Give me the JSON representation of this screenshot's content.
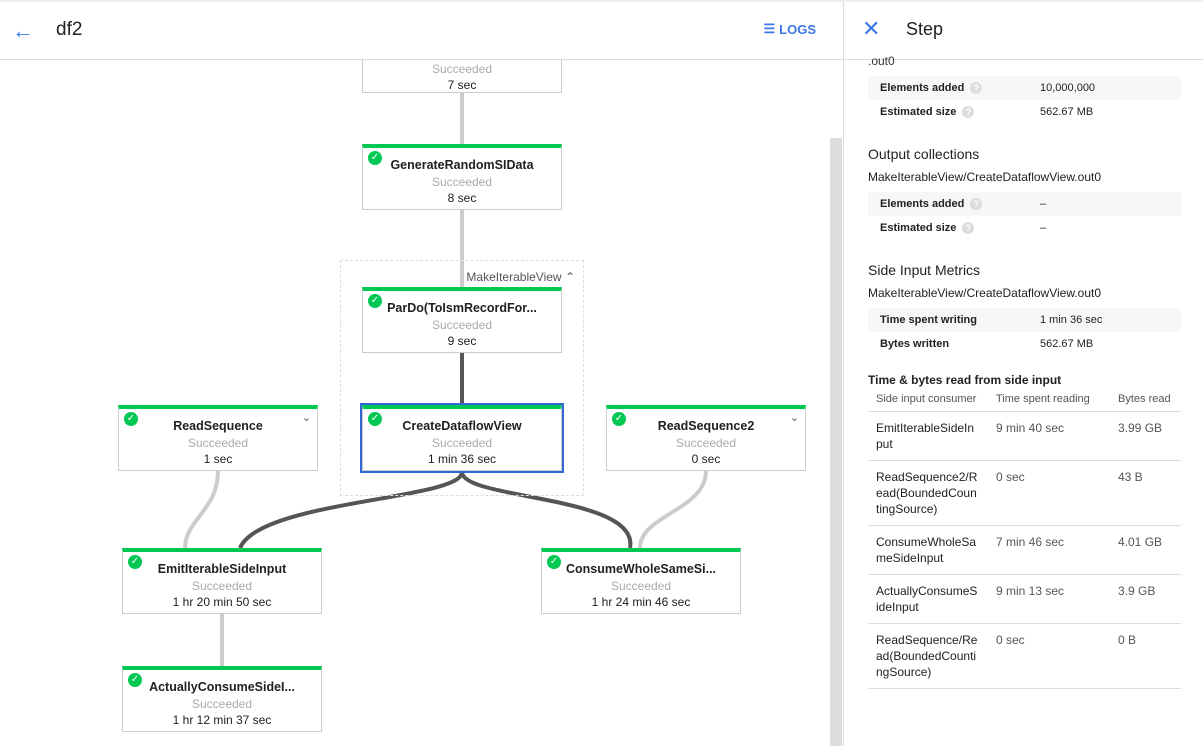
{
  "header": {
    "title": "df2",
    "logs_label": "LOGS"
  },
  "graph": {
    "group_label": "MakeIterableView",
    "nodes": [
      {
        "name": "",
        "status": "Succeeded",
        "duration": "7 sec"
      },
      {
        "name": "GenerateRandomSIData",
        "status": "Succeeded",
        "duration": "8 sec"
      },
      {
        "name": "ParDo(ToIsmRecordFor...",
        "status": "Succeeded",
        "duration": "9 sec"
      },
      {
        "name": "CreateDataflowView",
        "status": "Succeeded",
        "duration": "1 min 36 sec"
      },
      {
        "name": "ReadSequence",
        "status": "Succeeded",
        "duration": "1 sec"
      },
      {
        "name": "ReadSequence2",
        "status": "Succeeded",
        "duration": "0 sec"
      },
      {
        "name": "EmitIterableSideInput",
        "status": "Succeeded",
        "duration": "1 hr 20 min 50 sec"
      },
      {
        "name": "ConsumeWholeSameSi...",
        "status": "Succeeded",
        "duration": "1 hr 24 min 46 sec"
      },
      {
        "name": "ActuallyConsumeSideI...",
        "status": "Succeeded",
        "duration": "1 hr 12 min 37 sec"
      }
    ]
  },
  "panel": {
    "title": "Step",
    "input_fragment": ".out0",
    "input_metrics": [
      {
        "k": "Elements added",
        "v": "10,000,000"
      },
      {
        "k": "Estimated size",
        "v": "562.67 MB"
      }
    ],
    "output_title": "Output collections",
    "output_name": "MakeIterableView/CreateDataflowView.out0",
    "output_metrics": [
      {
        "k": "Elements added",
        "v": "–"
      },
      {
        "k": "Estimated size",
        "v": "–"
      }
    ],
    "side_title": "Side Input Metrics",
    "side_name": "MakeIterableView/CreateDataflowView.out0",
    "side_metrics": [
      {
        "k": "Time spent writing",
        "v": "1 min 36 sec"
      },
      {
        "k": "Bytes written",
        "v": "562.67 MB"
      }
    ],
    "read_title": "Time & bytes read from side input",
    "columns": [
      "Side input consumer",
      "Time spent reading",
      "Bytes read"
    ],
    "rows": [
      [
        "EmitIterableSideInput",
        "9 min 40 sec",
        "3.99 GB"
      ],
      [
        "ReadSequence2/Read(BoundedCountingSource)",
        "0 sec",
        "43 B"
      ],
      [
        "ConsumeWholeSameSideInput",
        "7 min 46 sec",
        "4.01 GB"
      ],
      [
        "ActuallyConsumeSideInput",
        "9 min 13 sec",
        "3.9 GB"
      ],
      [
        "ReadSequence/Read(BoundedCountingSource)",
        "0 sec",
        "0 B"
      ]
    ]
  },
  "colors": {
    "accent": "#3b78e7",
    "success": "#00c853",
    "selected": "#3367d6"
  }
}
